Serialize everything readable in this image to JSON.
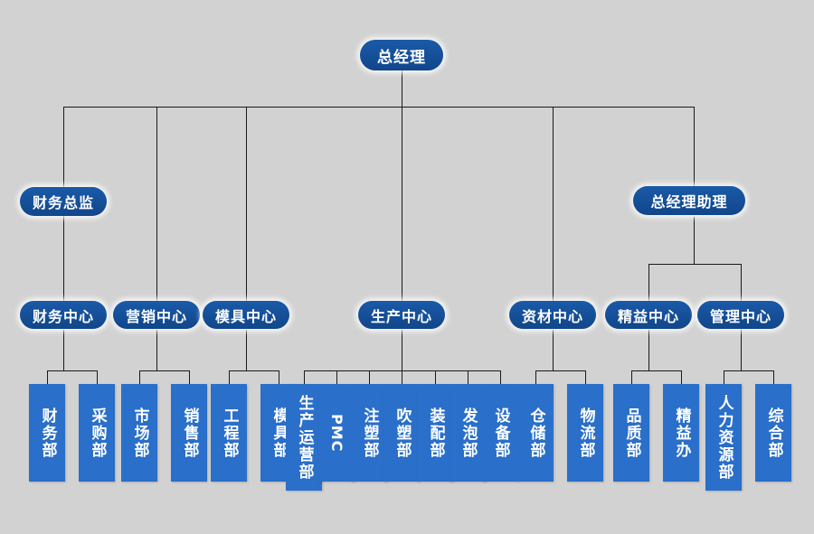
{
  "diagram": {
    "type": "organizational-chart",
    "title": "",
    "palette": {
      "background": "#d2d2d2",
      "pill": "#13519a",
      "department_box": "#2a6fc9",
      "line": "#1a1a1a",
      "text": "#ffffff"
    },
    "levels": {
      "top": {
        "label": "总经理"
      },
      "executives": [
        {
          "label": "财务总监"
        },
        {
          "label": "总经理助理"
        }
      ],
      "centers": [
        {
          "label": "财务中心"
        },
        {
          "label": "营销中心"
        },
        {
          "label": "模具中心"
        },
        {
          "label": "生产中心"
        },
        {
          "label": "资材中心"
        },
        {
          "label": "精益中心"
        },
        {
          "label": "管理中心"
        }
      ],
      "departments": [
        {
          "label": "财务部",
          "parent": "财务中心"
        },
        {
          "label": "采购部",
          "parent": "财务中心"
        },
        {
          "label": "市场部",
          "parent": "营销中心"
        },
        {
          "label": "销售部",
          "parent": "营销中心"
        },
        {
          "label": "工程部",
          "parent": "模具中心"
        },
        {
          "label": "模具部",
          "parent": "模具中心"
        },
        {
          "label": "生产运营部",
          "parent": "生产中心"
        },
        {
          "label": "PMC",
          "parent": "生产中心"
        },
        {
          "label": "注塑部",
          "parent": "生产中心"
        },
        {
          "label": "吹塑部",
          "parent": "生产中心"
        },
        {
          "label": "装配部",
          "parent": "生产中心"
        },
        {
          "label": "发泡部",
          "parent": "生产中心"
        },
        {
          "label": "设备部",
          "parent": "生产中心"
        },
        {
          "label": "仓储部",
          "parent": "资材中心"
        },
        {
          "label": "物流部",
          "parent": "资材中心"
        },
        {
          "label": "品质部",
          "parent": "精益中心"
        },
        {
          "label": "精益办",
          "parent": "精益中心"
        },
        {
          "label": "人力资源部",
          "parent": "管理中心"
        },
        {
          "label": "综合部",
          "parent": "管理中心"
        }
      ]
    }
  }
}
